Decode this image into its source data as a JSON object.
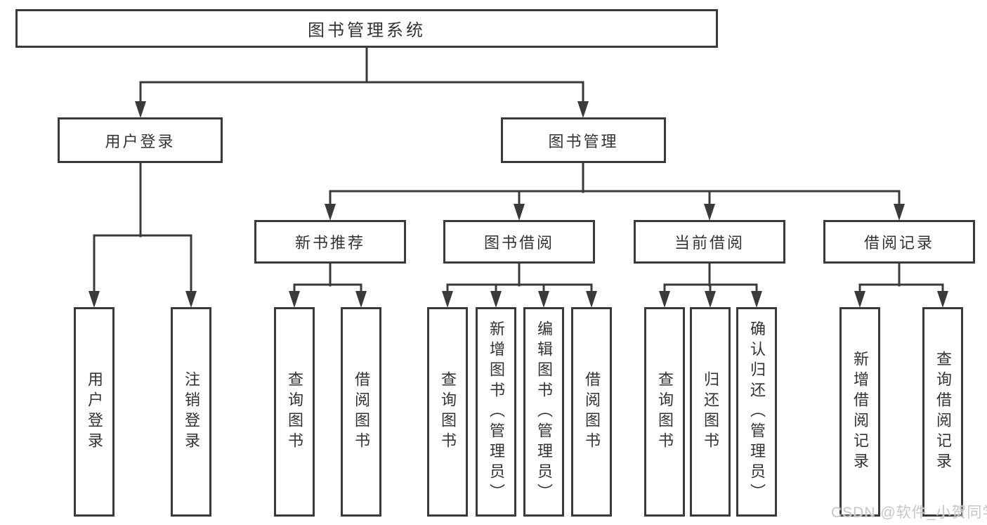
{
  "diagram": {
    "root": {
      "label": "图书管理系统"
    },
    "level2": [
      {
        "label": "用户登录"
      },
      {
        "label": "图书管理"
      }
    ],
    "level3": [
      {
        "label": "新书推荐"
      },
      {
        "label": "图书借阅"
      },
      {
        "label": "当前借阅"
      },
      {
        "label": "借阅记录"
      }
    ],
    "leaves": [
      {
        "label": "用户登录"
      },
      {
        "label": "注销登录"
      },
      {
        "label": "查询图书"
      },
      {
        "label": "借阅图书"
      },
      {
        "label": "查询图书"
      },
      {
        "label": "新增图书（管理员）"
      },
      {
        "label": "编辑图书（管理员）"
      },
      {
        "label": "借阅图书"
      },
      {
        "label": "查询图书"
      },
      {
        "label": "归还图书"
      },
      {
        "label": "确认归还（管理员）"
      },
      {
        "label": "新增借阅记录"
      },
      {
        "label": "查询借阅记录"
      }
    ],
    "watermark": "CSDN @软件_小贺同学",
    "colors": {
      "line": "#3a3a3a",
      "text": "#333333",
      "background": "#ffffff",
      "watermark": "#c6c6c6"
    }
  }
}
